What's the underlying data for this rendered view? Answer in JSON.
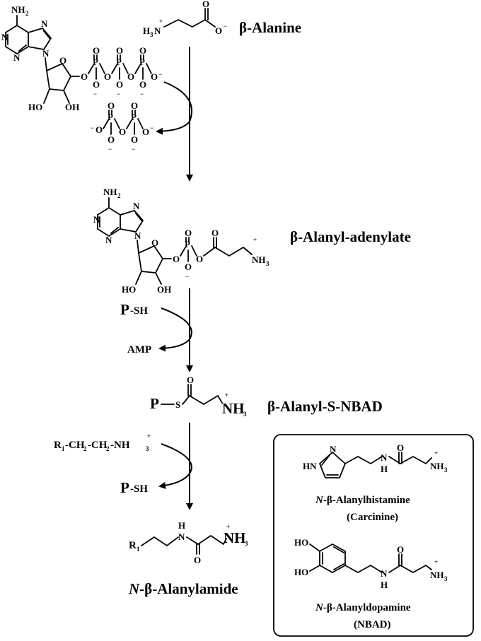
{
  "atoms": {
    "H": "H",
    "N": "N",
    "O": "O",
    "P": "P",
    "S": "S",
    "HO": "HO",
    "OH": "OH",
    "NH2": "NH",
    "HN": "HN",
    "plus": "+",
    "minus": "−"
  },
  "subs": {
    "two": "2",
    "three": "3",
    "one": "1"
  },
  "top": {
    "reactant_formula_H": "H",
    "reactant_formula_N": "N",
    "reactant_name": "β-Alanine"
  },
  "intermediate1": {
    "name": "β-Alanyl-adenylate"
  },
  "step2": {
    "thiol_P": "P",
    "thiol_SH": "-SH",
    "leaving": "AMP"
  },
  "intermediate2": {
    "name": "β-Alanyl-S-NBAD",
    "P": "P",
    "S": "S"
  },
  "step3": {
    "amine_R": "R",
    "amine_chain": "-CH",
    "amine_chain2": "-CH",
    "amine_nh": "-NH",
    "released_P": "P",
    "released_SH": "-SH"
  },
  "product": {
    "R": "R",
    "name_italic": "N",
    "name_rest": "-β-Alanylamide"
  },
  "inset": {
    "carcinine_name_italic": "N",
    "carcinine_name_rest": "-β-Alanylhistamine",
    "carcinine_common": "(Carcinine)",
    "nbad_name_italic": "N",
    "nbad_name_rest": "-β-Alanyldopamine",
    "nbad_common": "(NBAD)"
  }
}
